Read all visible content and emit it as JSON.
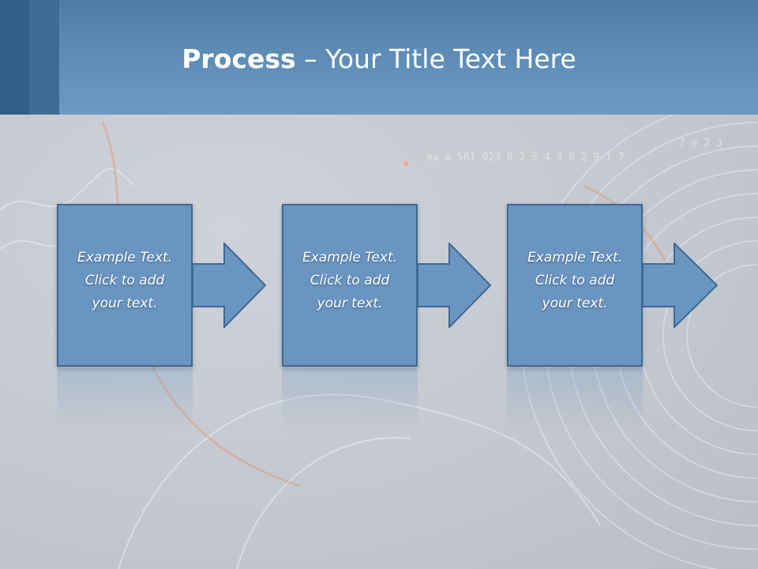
{
  "slide": {
    "title_bold": "Process",
    "title_rest": " – Your Title Text Here"
  },
  "steps": [
    {
      "text": "Example Text.\nClick  to add\nyour text."
    },
    {
      "text": "Example Text.\nClick  to add\nyour text."
    },
    {
      "text": "Example Text.\nClick  to add\nyour text."
    }
  ],
  "colors": {
    "header": "#5f8fb9",
    "step_fill": "#6a95c0",
    "step_border": "#3e6993"
  }
}
